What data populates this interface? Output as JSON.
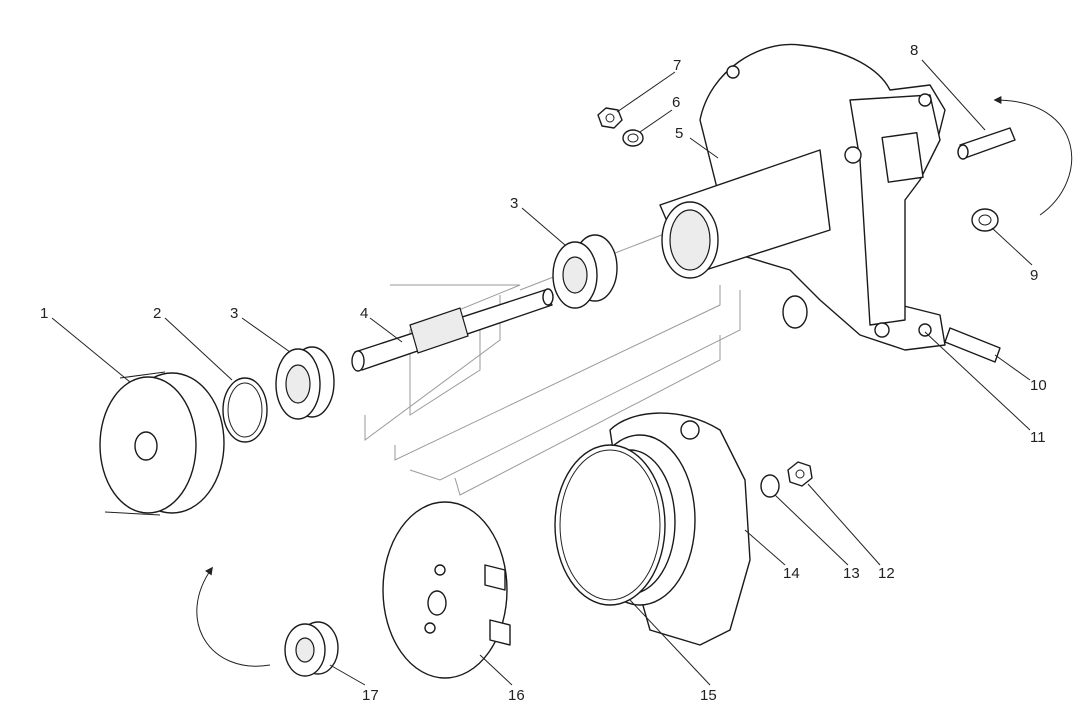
{
  "diagram": {
    "callouts": [
      {
        "id": "1",
        "text": "1"
      },
      {
        "id": "2",
        "text": "2"
      },
      {
        "id": "3a",
        "text": "3"
      },
      {
        "id": "3b",
        "text": "3"
      },
      {
        "id": "4",
        "text": "4"
      },
      {
        "id": "5",
        "text": "5"
      },
      {
        "id": "6",
        "text": "6"
      },
      {
        "id": "7",
        "text": "7"
      },
      {
        "id": "8",
        "text": "8"
      },
      {
        "id": "9",
        "text": "9"
      },
      {
        "id": "10",
        "text": "10"
      },
      {
        "id": "11",
        "text": "11"
      },
      {
        "id": "12",
        "text": "12"
      },
      {
        "id": "13",
        "text": "13"
      },
      {
        "id": "14",
        "text": "14"
      },
      {
        "id": "15",
        "text": "15"
      },
      {
        "id": "16",
        "text": "16"
      },
      {
        "id": "17",
        "text": "17"
      }
    ]
  }
}
